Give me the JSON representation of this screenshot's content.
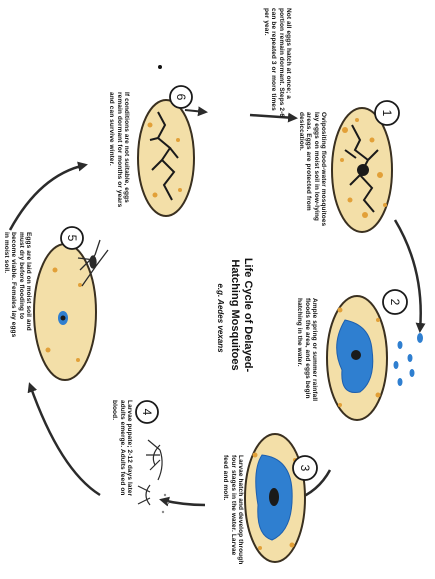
{
  "title": "Life Cycle of Delayed-Hatching Mosquitoes",
  "subtitle": "e.g. Aedes vexans",
  "stages": [
    {
      "number": "1",
      "text": "Ovipositing flood-water mosquitoes lay eggs on moist soil in low-lying areas. Eggs are protected from desiccation."
    },
    {
      "number": "2",
      "text": "Ample spring or summer rainfall floods the area, and eggs begin hatching in the water."
    },
    {
      "number": "3",
      "text": "Larvae hatch and develop through four stages in the water. Larvae feed and molt."
    },
    {
      "number": "4",
      "text": "Larvae pupate; 2-12 days later adults emerge. Adults feed on blood."
    },
    {
      "number": "5",
      "text": "Eggs are laid on moist soil and must dry before flooding to become viable. Females lay eggs in moist soil."
    },
    {
      "number": "6",
      "text": "If conditions are not suitable, eggs remain dormant for months or years and can survive winter."
    }
  ],
  "top_note": "Not all eggs hatch at once; a portion remain dormant. Steps 2-6 can be repeated 3 or more times per year.",
  "colors": {
    "cell_fill": "#f3dfa8",
    "cell_outline": "#3a3020",
    "speckle": "#e2a038",
    "water": "#2f7fd0",
    "water_dark": "#1d5fae",
    "arrow": "#2b2b2b",
    "ink": "#111111"
  },
  "icons": {
    "cycle_arrows": "curved-arrow-icon",
    "eggs": "egg-icon",
    "larva": "larva-icon",
    "pupa": "pupa-icon",
    "mosquito": "mosquito-icon"
  }
}
